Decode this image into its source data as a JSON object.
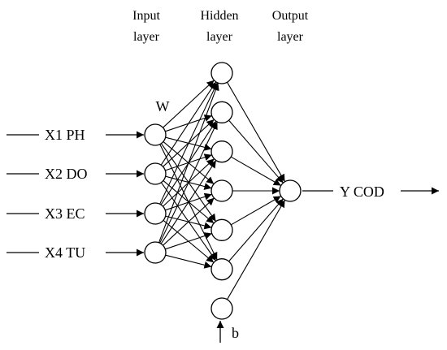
{
  "headers": {
    "input": [
      "Input",
      "layer"
    ],
    "hidden": [
      "Hidden",
      "layer"
    ],
    "output": [
      "Output",
      "layer"
    ]
  },
  "inputs": [
    "X1 PH",
    "X2 DO",
    "X3 EC",
    "X4 TU"
  ],
  "hidden_count": 7,
  "weight_label": "W",
  "bias_label": "b",
  "output": "Y COD"
}
